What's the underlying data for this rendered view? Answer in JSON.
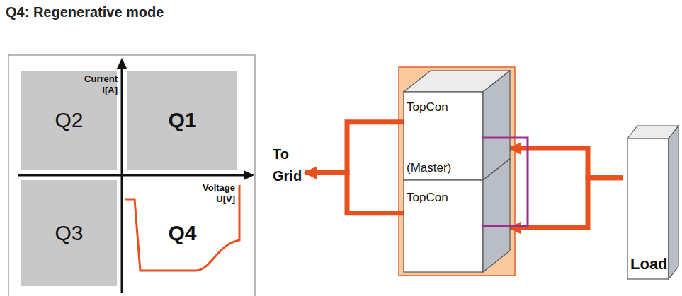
{
  "diagram": {
    "title": "Q4: Regenerative mode",
    "nodes": [
      {
        "text": [
          "Q2"
        ]
      },
      {
        "text": [
          "Q1"
        ]
      },
      {
        "text": [
          "Q3"
        ]
      },
      {
        "text": [
          "Q4"
        ]
      },
      {
        "text": [
          "To Grid"
        ]
      },
      {
        "text": [
          "TopCon",
          "(Master)"
        ]
      },
      {
        "text": [
          "TopCon"
        ]
      },
      {
        "text": [
          "Load"
        ]
      }
    ],
    "edges": [
      {
        "from": 7,
        "to": 5,
        "arrow": "to"
      },
      {
        "from": 7,
        "to": 6,
        "arrow": "to"
      },
      {
        "from": 5,
        "to": 4,
        "arrow": "to"
      },
      {
        "from": 6,
        "to": 4,
        "arrow": "to"
      }
    ],
    "labels": [
      "Current I[A]",
      "Voltage U[V]"
    ]
  }
}
